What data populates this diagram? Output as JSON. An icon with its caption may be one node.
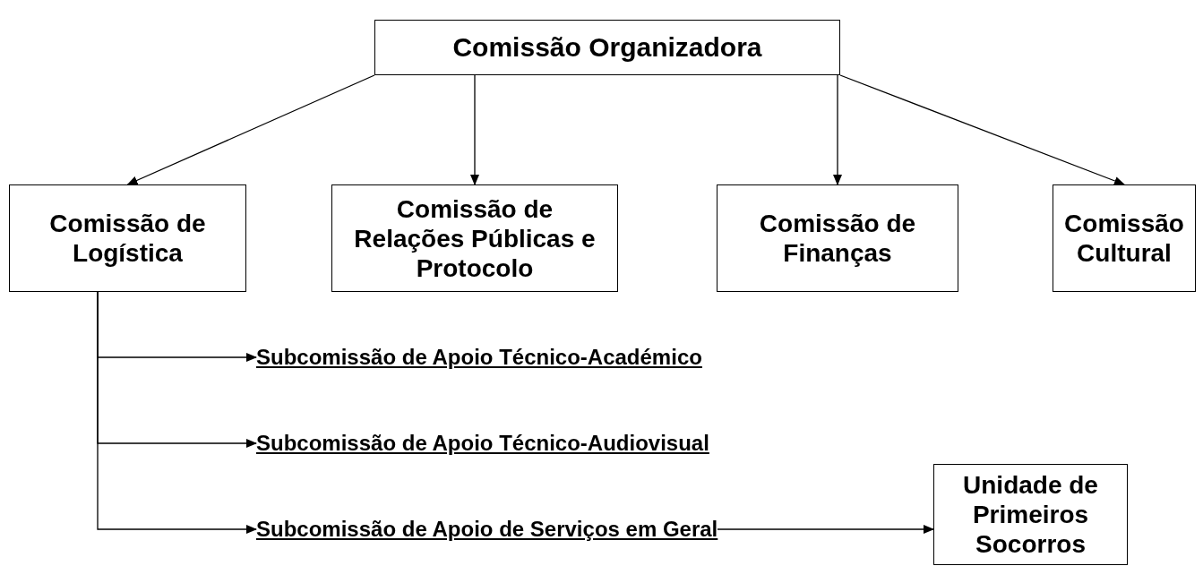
{
  "diagram": {
    "nodes": [
      {
        "text": [
          "Comissão Organizadora"
        ]
      },
      {
        "text": [
          "Comissão de Logística"
        ]
      },
      {
        "text": [
          "Comissão de Relações Públicas e Protocolo"
        ]
      },
      {
        "text": [
          "Comissão de Finanças"
        ]
      },
      {
        "text": [
          "Comissão Cultural"
        ]
      },
      {
        "text": [
          "Subcomissão de Apoio Técnico-Académico"
        ]
      },
      {
        "text": [
          "Subcomissão de Apoio Técnico-Audiovisual"
        ]
      },
      {
        "text": [
          "Subcomissão de Apoio de Serviços em Geral"
        ]
      },
      {
        "text": [
          "Unidade de Primeiros Socorros"
        ]
      }
    ],
    "edges": [
      {
        "from": 0,
        "to": 1,
        "arrow": "to"
      },
      {
        "from": 0,
        "to": 2,
        "arrow": "to"
      },
      {
        "from": 0,
        "to": 3,
        "arrow": "to"
      },
      {
        "from": 0,
        "to": 4,
        "arrow": "to"
      },
      {
        "from": 1,
        "to": 5,
        "arrow": "to"
      },
      {
        "from": 1,
        "to": 6,
        "arrow": "to"
      },
      {
        "from": 1,
        "to": 7,
        "arrow": "to"
      },
      {
        "from": 7,
        "to": 8,
        "arrow": "to"
      }
    ]
  }
}
